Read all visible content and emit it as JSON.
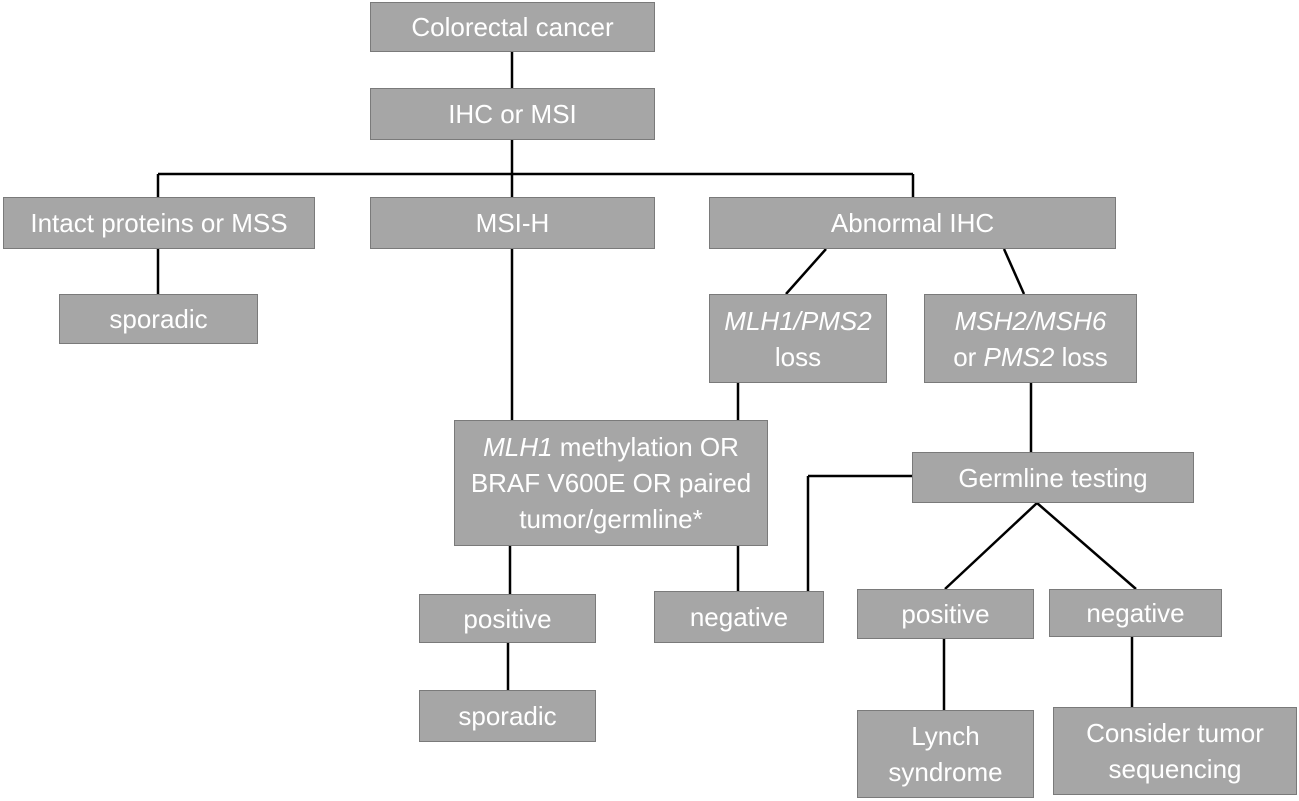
{
  "nodes": {
    "colorectal": "Colorectal cancer",
    "ihc_msi": "IHC or MSI",
    "intact": "Intact proteins or MSS",
    "msi_h": "MSI-H",
    "abnormal": "Abnormal IHC",
    "sporadic_1": "sporadic",
    "mlh1_pms2": {
      "gene": "MLH1/PMS2",
      "loss": "loss"
    },
    "msh2_msh6": {
      "gene": "MSH2/MSH6",
      "or": "or ",
      "gene2": "PMS2",
      "loss": " loss"
    },
    "methylation": {
      "gene": "MLH1",
      "rest": " methylation OR",
      "line2": "BRAF V600E OR paired",
      "line3": "tumor/germline*"
    },
    "germline": "Germline testing",
    "positive_1": "positive",
    "negative_1": "negative",
    "positive_2": "positive",
    "negative_2": "negative",
    "sporadic_2": "sporadic",
    "lynch": {
      "line1": "Lynch",
      "line2": "syndrome"
    },
    "consider": {
      "line1": "Consider tumor",
      "line2": "sequencing"
    }
  }
}
